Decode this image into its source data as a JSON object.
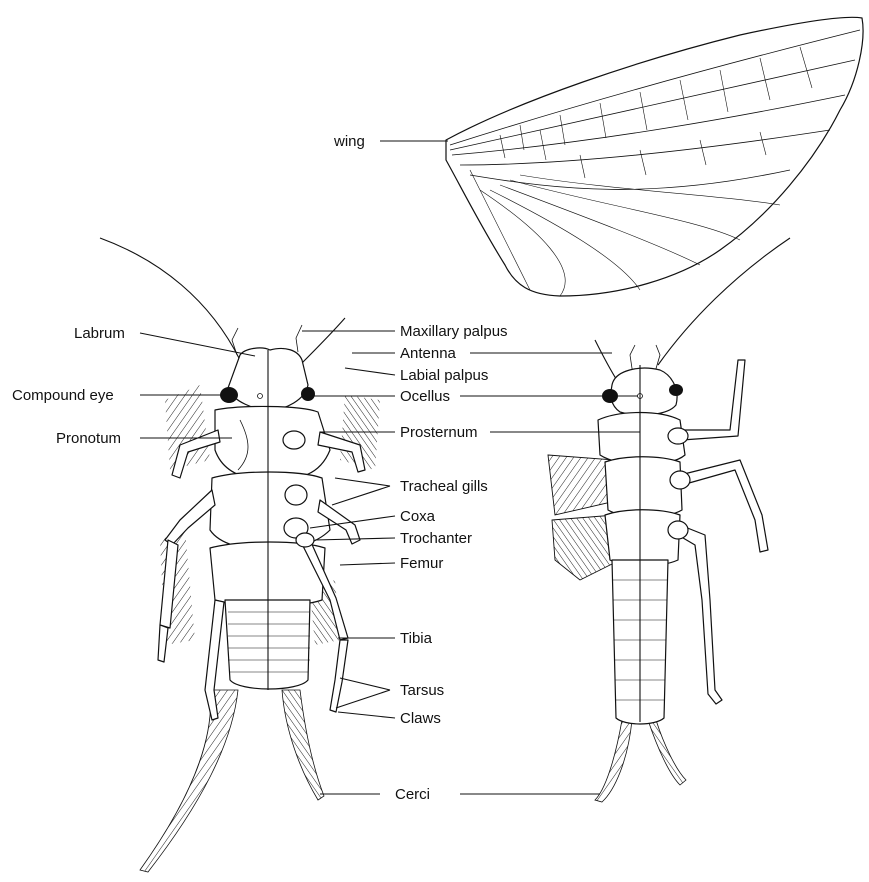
{
  "figure": {
    "labels": {
      "wing": "wing",
      "labrum": "Labrum",
      "compound_eye": "Compound eye",
      "pronotum": "Pronotum",
      "maxillary_palpus": "Maxillary palpus",
      "antenna": "Antenna",
      "labial_palpus": "Labial palpus",
      "ocellus": "Ocellus",
      "prosternum": "Prosternum",
      "tracheal_gills": "Tracheal gills",
      "coxa": "Coxa",
      "trochanter": "Trochanter",
      "femur": "Femur",
      "tibia": "Tibia",
      "tarsus": "Tarsus",
      "claws": "Claws",
      "cerci": "Cerci"
    }
  }
}
